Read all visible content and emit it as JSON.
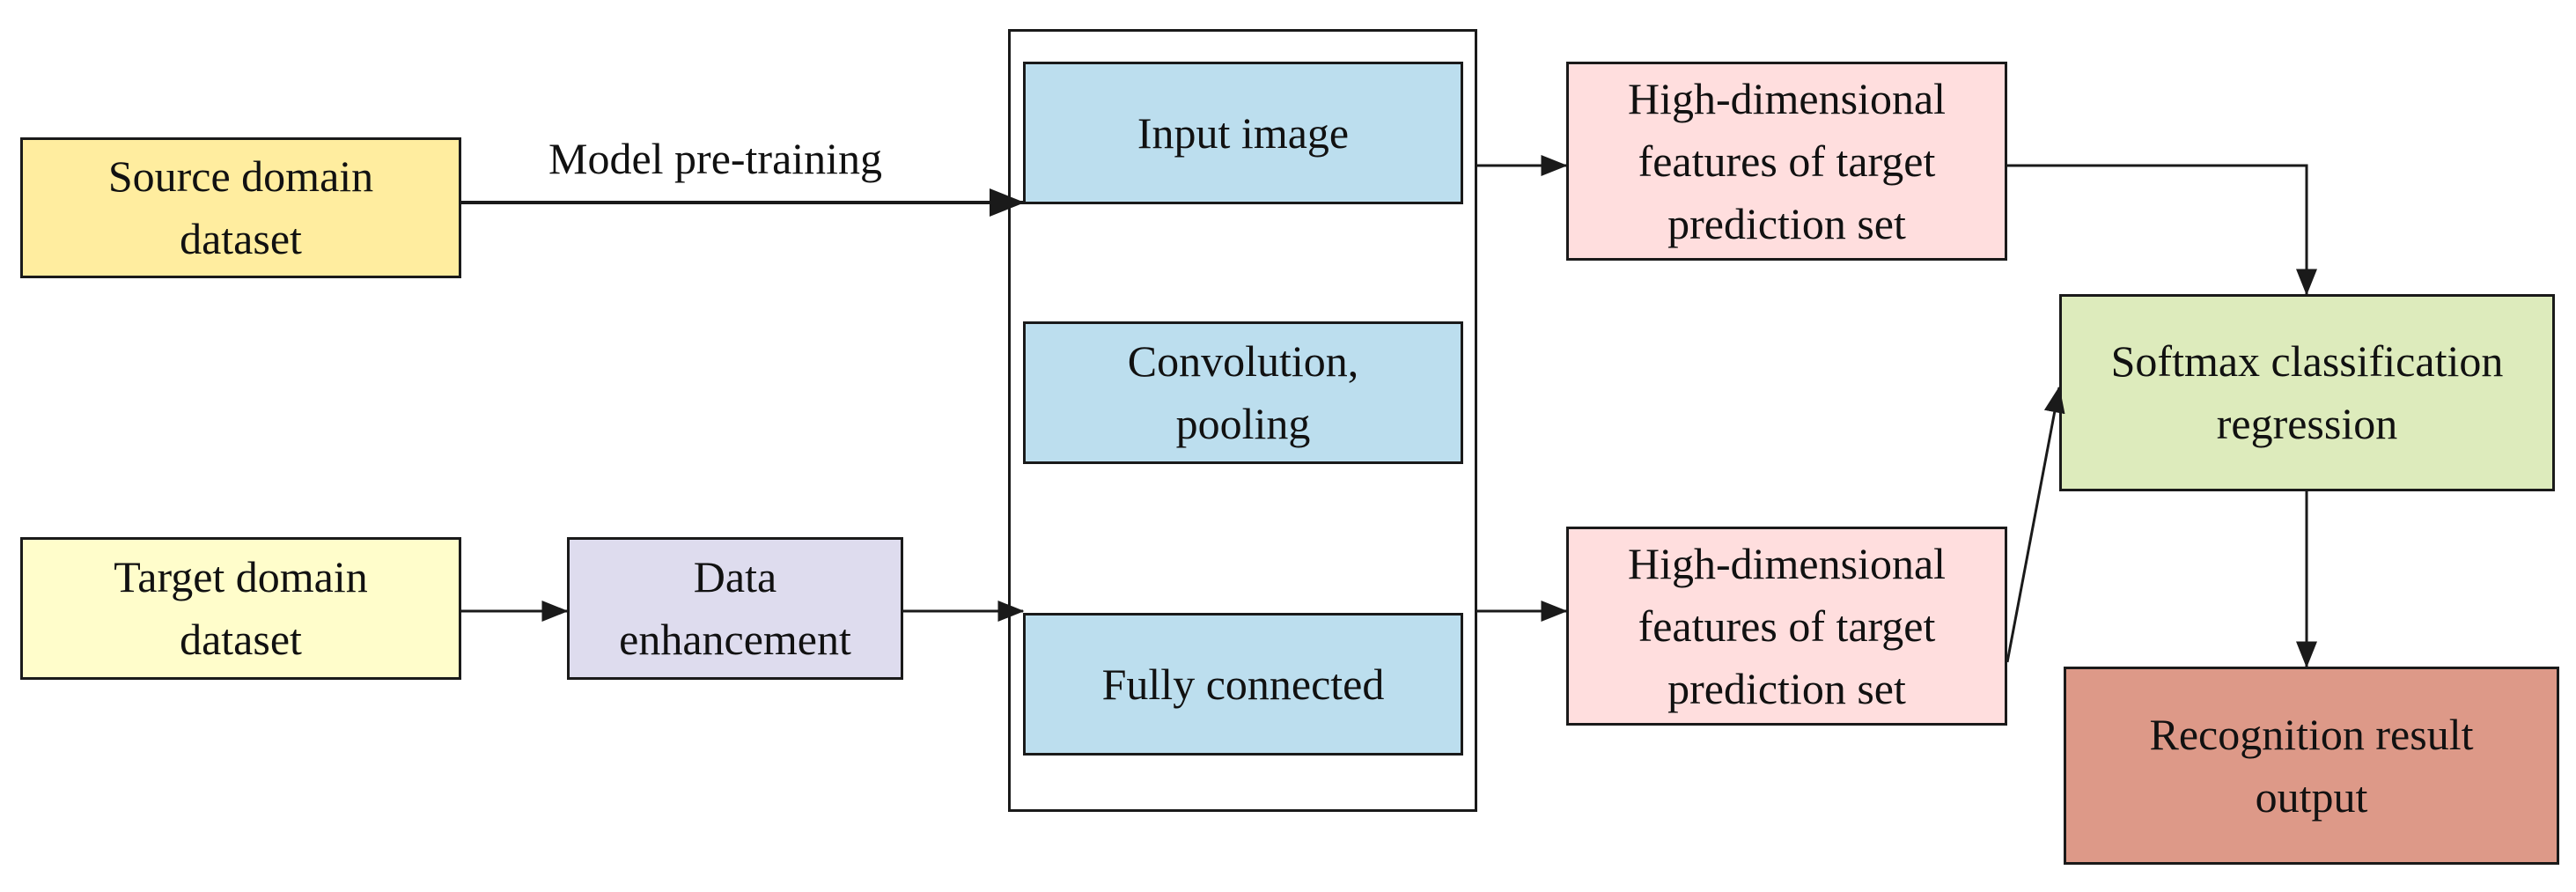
{
  "diagram": {
    "nodes": {
      "source_dataset": {
        "label": "Source domain\ndataset",
        "color": "#ffed9f"
      },
      "target_dataset": {
        "label": "Target domain\ndataset",
        "color": "#fffdcb"
      },
      "data_enhancement": {
        "label": "Data\nenhancement",
        "color": "#dedcee"
      },
      "input_image": {
        "label": "Input image",
        "color": "#bcdeee"
      },
      "conv_pooling": {
        "label": "Convolution,\npooling",
        "color": "#bcdeee"
      },
      "fully_connected": {
        "label": "Fully connected",
        "color": "#bcdeee"
      },
      "features_top": {
        "label": "High-dimensional\nfeatures of target\nprediction set",
        "color": "#ffdede"
      },
      "features_bottom": {
        "label": "High-dimensional\nfeatures of target\nprediction set",
        "color": "#ffdede"
      },
      "softmax": {
        "label": "Softmax classification\nregression",
        "color": "#ddebbc"
      },
      "recognition_output": {
        "label": "Recognition result\noutput",
        "color": "#dd9988"
      }
    },
    "edge_labels": {
      "pretraining": "Model pre-training"
    },
    "edges": [
      {
        "from": "source_dataset",
        "to": "input_image",
        "label": "Model pre-training"
      },
      {
        "from": "target_dataset",
        "to": "data_enhancement"
      },
      {
        "from": "data_enhancement",
        "to": "fully_connected"
      },
      {
        "from": "input_image",
        "to": "features_top"
      },
      {
        "from": "fully_connected",
        "to": "features_bottom"
      },
      {
        "from": "features_top",
        "to": "softmax"
      },
      {
        "from": "features_bottom",
        "to": "softmax"
      },
      {
        "from": "softmax",
        "to": "recognition_output"
      }
    ],
    "line_color": "#1a1a1a"
  }
}
